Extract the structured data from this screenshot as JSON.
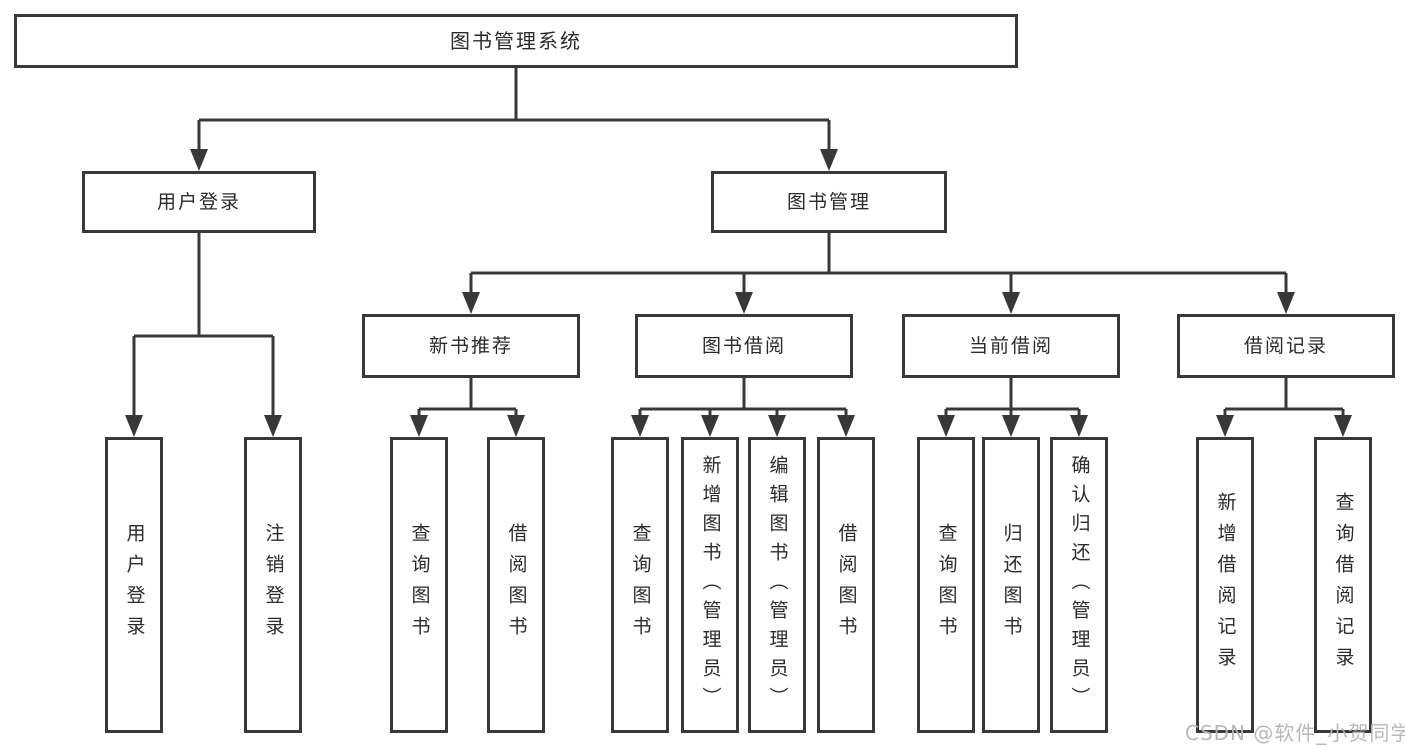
{
  "diagram": {
    "root": {
      "label": "图书管理系统"
    },
    "branches": [
      {
        "label": "用户登录",
        "children": [
          {
            "label": "用户登录"
          },
          {
            "label": "注销登录"
          }
        ]
      },
      {
        "label": "图书管理",
        "children": [
          {
            "label": "新书推荐",
            "children": [
              {
                "label": "查询图书"
              },
              {
                "label": "借阅图书"
              }
            ]
          },
          {
            "label": "图书借阅",
            "children": [
              {
                "label": "查询图书"
              },
              {
                "label": "新增图书（管理员）"
              },
              {
                "label": "编辑图书（管理员）"
              },
              {
                "label": "借阅图书"
              }
            ]
          },
          {
            "label": "当前借阅",
            "children": [
              {
                "label": "查询图书"
              },
              {
                "label": "归还图书"
              },
              {
                "label": "确认归还（管理员）"
              }
            ]
          },
          {
            "label": "借阅记录",
            "children": [
              {
                "label": "新增借阅记录"
              },
              {
                "label": "查询借阅记录"
              }
            ]
          }
        ]
      }
    ]
  },
  "watermark": {
    "text": "CSDN @软件_小贺同学"
  },
  "colors": {
    "line": "#383838",
    "box_border": "#383838",
    "box_background": "#ffffff",
    "text": "#2b2b2b",
    "watermark": "#b5b5b5",
    "page_background": "#ffffff"
  }
}
